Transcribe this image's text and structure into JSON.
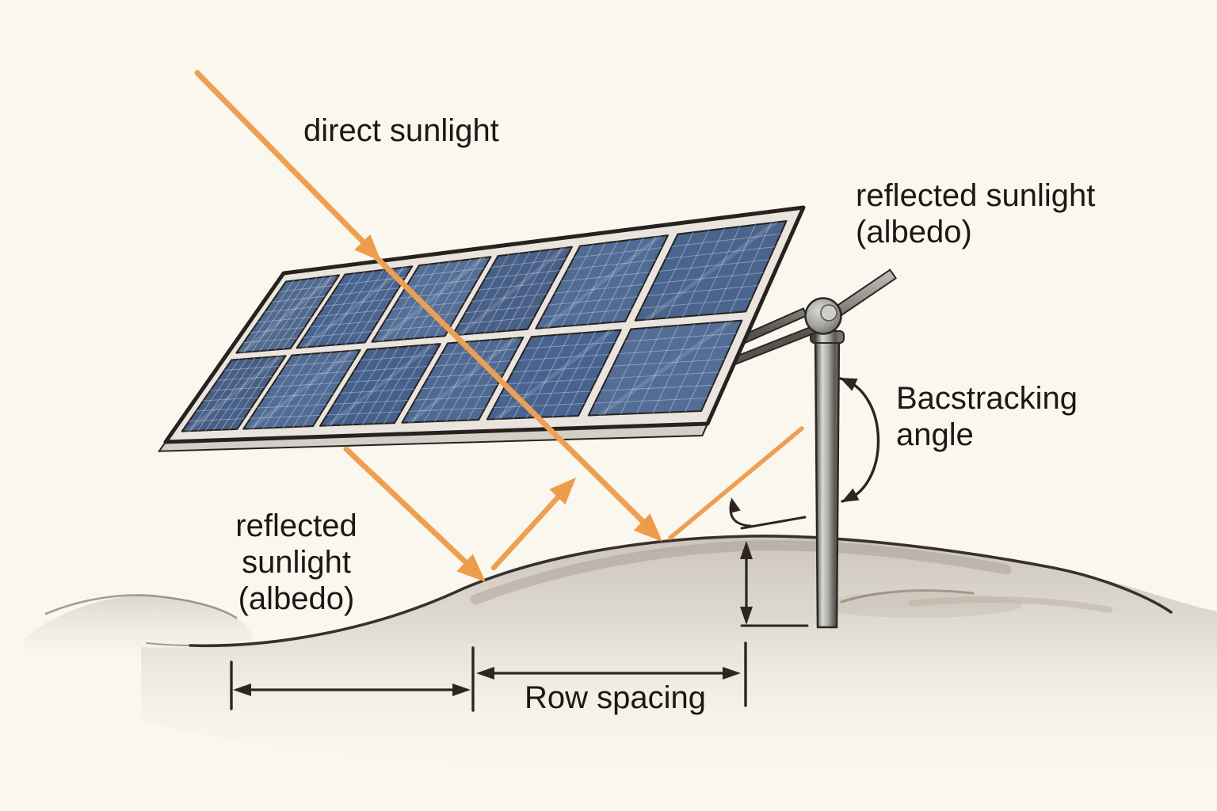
{
  "title": "Solar tracker backtracking diagram",
  "labels": {
    "direct_sunlight": "direct sunlight",
    "reflected_top": {
      "lines": [
        "reflected sunlight",
        "(albedo)"
      ]
    },
    "backtracking": {
      "lines": [
        "Bacstracking",
        "angle"
      ]
    },
    "reflected_bottom": {
      "lines": [
        "reflected",
        "sunlight",
        "(albedo)"
      ]
    },
    "row_spacing": "Row spacing"
  },
  "colors": {
    "background": "#faf7ef",
    "sun_ray_orange": "#ee9f50",
    "sun_ray_head_orange": "#ec9c4b",
    "ink": "#2c2621",
    "panel_frame": "#27221e",
    "panel_gap": "#e9e5de",
    "ground_line": "#38302a",
    "ground_fill": "#cdc6bc",
    "panel_shades_row0": [
      "#51698f",
      "#4a6490",
      "#566f97",
      "#485f87",
      "#516b94",
      "#4b648d"
    ],
    "panel_shades_row1": [
      "#475f86",
      "#526c95",
      "#45608a",
      "#4f6a92",
      "#496390",
      "#536d96"
    ],
    "cell_line": "rgba(210,224,238,0.42)"
  }
}
